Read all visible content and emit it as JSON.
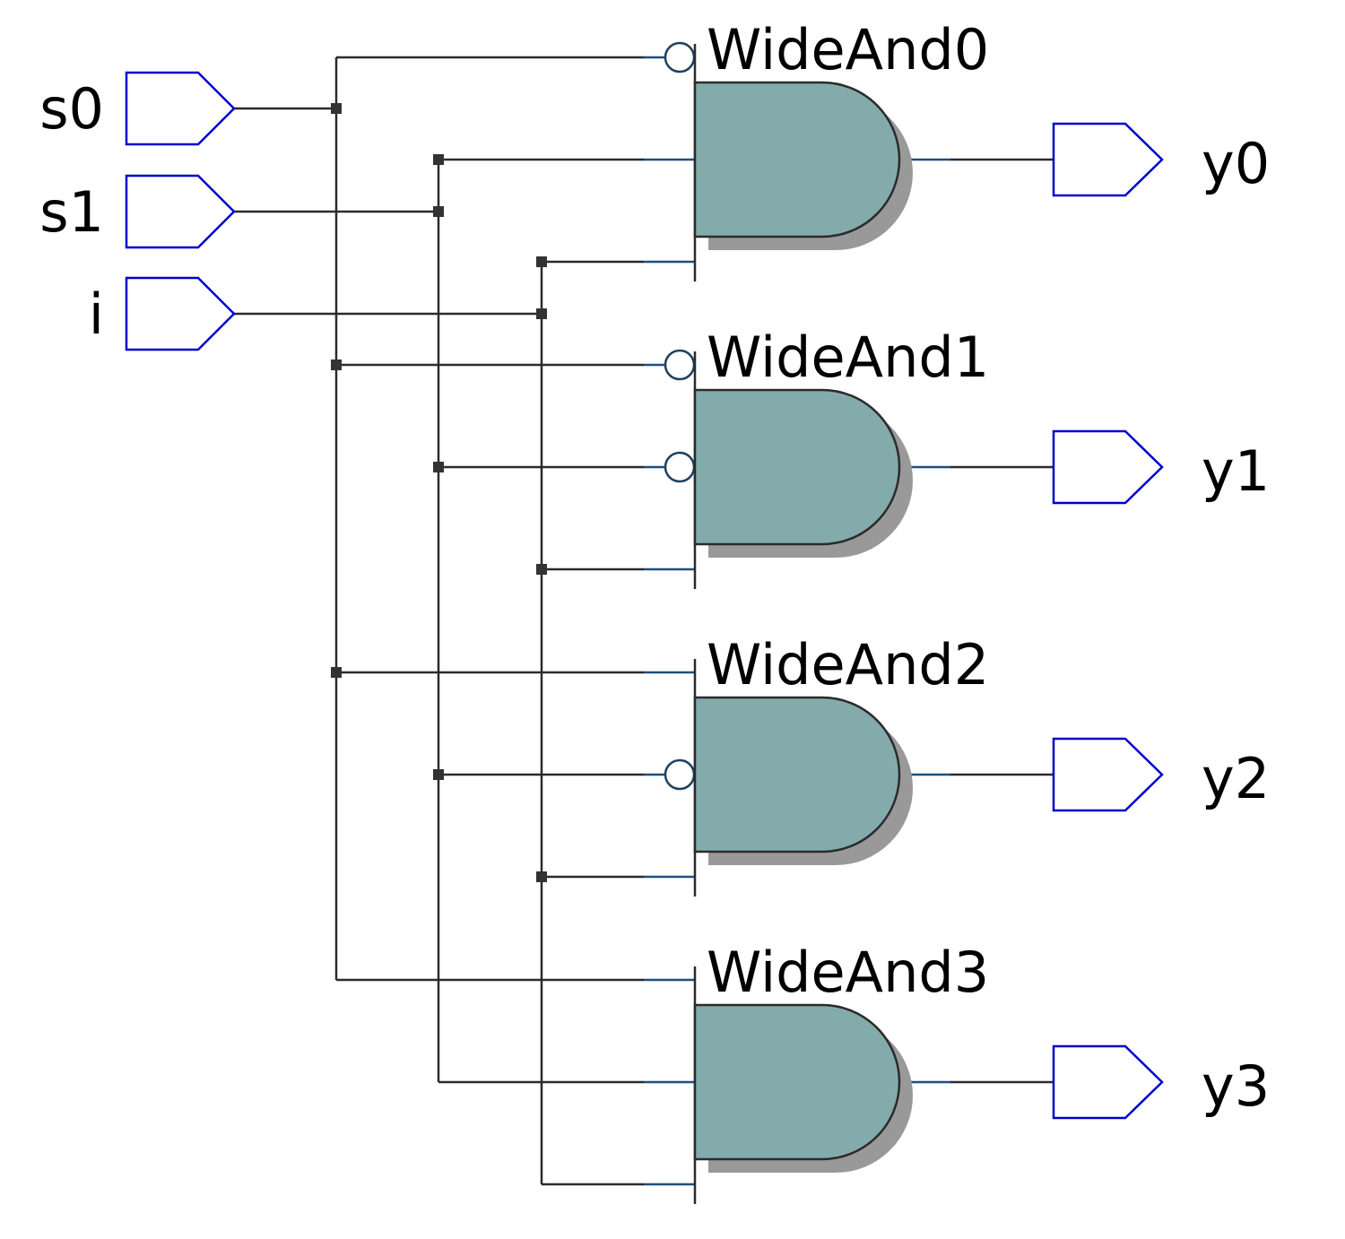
{
  "colors": {
    "wire": "#2b2b2b",
    "junction": "#333333",
    "port": "#0000cc",
    "gate_fill": "#84abac",
    "gate_stroke": "#2b2b2b",
    "shadow": "#999999",
    "pin": "#1f4f7f",
    "bubble": "#1f4060"
  },
  "inputs": [
    {
      "id": "s0",
      "label": "s0"
    },
    {
      "id": "s1",
      "label": "s1"
    },
    {
      "id": "i",
      "label": "i"
    }
  ],
  "outputs": [
    {
      "id": "y0",
      "label": "y0"
    },
    {
      "id": "y1",
      "label": "y1"
    },
    {
      "id": "y2",
      "label": "y2"
    },
    {
      "id": "y3",
      "label": "y3"
    }
  ],
  "gates": [
    {
      "id": "WideAnd0",
      "label": "WideAnd0",
      "inverted_inputs": [
        true,
        false,
        false
      ],
      "output": "y0"
    },
    {
      "id": "WideAnd1",
      "label": "WideAnd1",
      "inverted_inputs": [
        true,
        true,
        false
      ],
      "output": "y1"
    },
    {
      "id": "WideAnd2",
      "label": "WideAnd2",
      "inverted_inputs": [
        false,
        true,
        false
      ],
      "output": "y2"
    },
    {
      "id": "WideAnd3",
      "label": "WideAnd3",
      "inverted_inputs": [
        false,
        false,
        false
      ],
      "output": "y3"
    }
  ]
}
